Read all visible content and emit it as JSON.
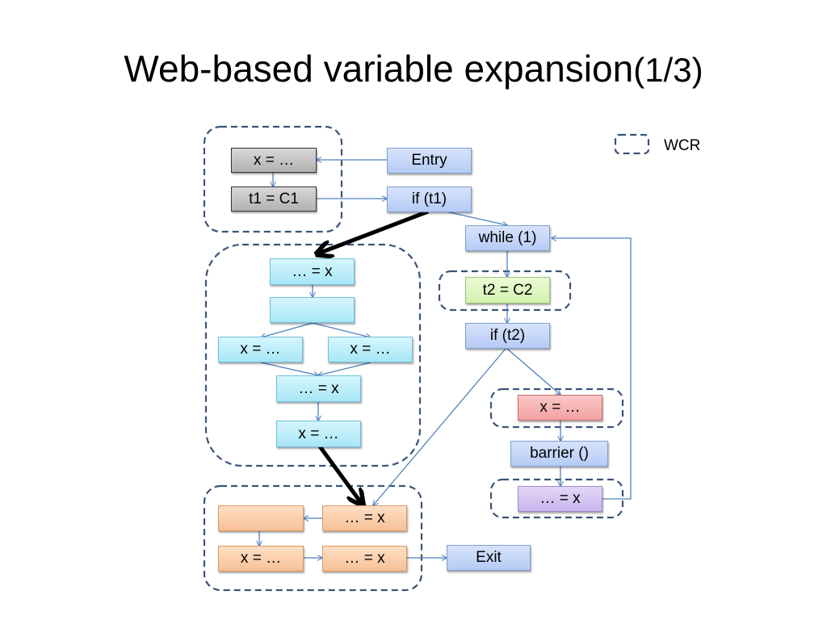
{
  "slide": {
    "title": "Web-based variable expansion",
    "title_suffix": "(1/3)"
  },
  "legend": {
    "label": "WCR"
  },
  "colors": {
    "cfg_block": "#b5cbf5",
    "web_block_cyan": "#a8e6f7",
    "gray_block": "#b1b1b1",
    "green_block": "#d3f1ae",
    "red_block": "#f3a1a1",
    "purple_block": "#c8b5ec",
    "orange_block": "#f8c096",
    "wcr_border": "#3a5479",
    "edge": "#4f81bd",
    "highlight_arrow": "#000000"
  },
  "nodes": {
    "entry": "Entry",
    "if_t1": "if (t1)",
    "while_1": "while (1)",
    "t2_c2": "t2 = C2",
    "if_t2": "if (t2)",
    "x_def_red": "x = …",
    "barrier": "barrier ()",
    "use_x_purple": "… = x",
    "exit": "Exit",
    "x_def_gray": "x = …",
    "t1_c1": "t1 = C1",
    "use_x_cyan_top": "… = x",
    "cyan_empty": "",
    "x_def_cyan_left": "x = …",
    "x_def_cyan_right": "x = …",
    "use_x_cyan_mid": "… = x",
    "x_def_cyan_bottom": "x = …",
    "orange_empty": "",
    "use_x_orange_top": "… = x",
    "x_def_orange": "x = …",
    "use_x_orange_bottom": "… = x"
  }
}
